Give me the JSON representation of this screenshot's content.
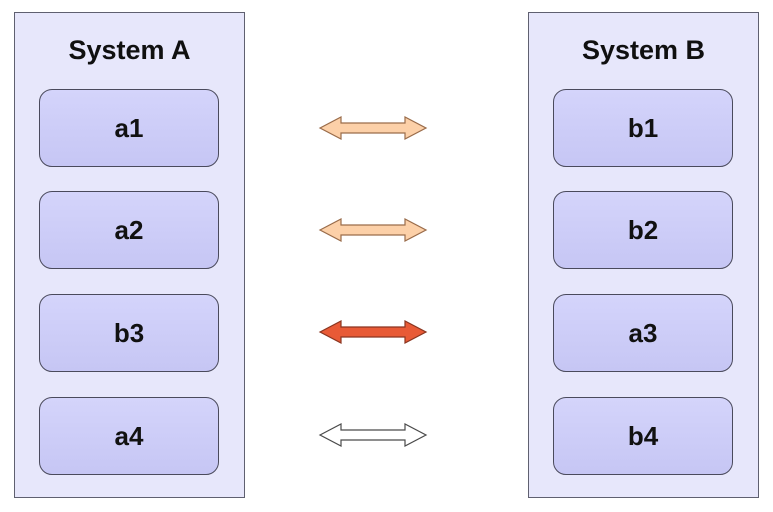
{
  "system_a": {
    "title": "System A",
    "items": [
      "a1",
      "a2",
      "b3",
      "a4"
    ]
  },
  "system_b": {
    "title": "System B",
    "items": [
      "b1",
      "b2",
      "a3",
      "b4"
    ]
  },
  "arrows": [
    {
      "fill": "#fcd0a8",
      "stroke": "#9a6c4a"
    },
    {
      "fill": "#fcd0a8",
      "stroke": "#9a6c4a"
    },
    {
      "fill": "#e85a36",
      "stroke": "#8a3520"
    },
    {
      "fill": "#ffffff",
      "stroke": "#4a4a4a"
    }
  ],
  "colors": {
    "panel_bg": "#e7e7fb",
    "item_bg": "#ccccf8",
    "border": "#4a4a5c"
  }
}
